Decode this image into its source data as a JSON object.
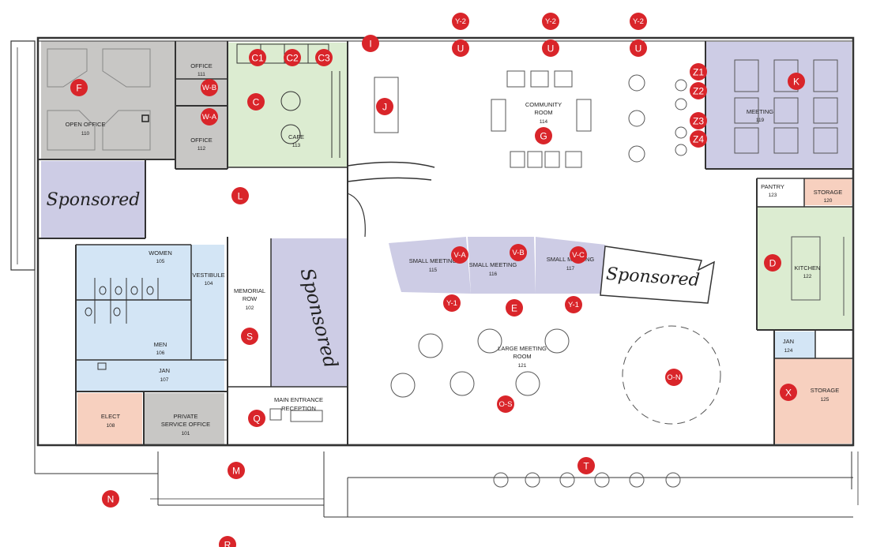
{
  "colors": {
    "marker_fill": "#d9252a",
    "marker_text": "#ffffff",
    "office_gray": "#c8c7c5",
    "cafe_green": "#dcecd1",
    "kitchen_green": "#dcecd1",
    "meeting_purple": "#cdcce5",
    "restroom_blue": "#d3e5f5",
    "storage_salmon": "#f7d0bf",
    "wall": "#333333"
  },
  "rooms": {
    "open_office": {
      "name": "OPEN OFFICE",
      "number": "110"
    },
    "office_111": {
      "name": "OFFICE",
      "number": "111"
    },
    "office_112": {
      "name": "OFFICE",
      "number": "112"
    },
    "cafe": {
      "name": "CAFE",
      "number": "113"
    },
    "community_room": {
      "name_line1": "COMMUNITY",
      "name_line2": "ROOM",
      "number": "114"
    },
    "meeting_119": {
      "name": "MEETING",
      "number": "119"
    },
    "pantry": {
      "name": "PANTRY",
      "number": "123"
    },
    "storage_120": {
      "name": "STORAGE",
      "number": "120"
    },
    "kitchen": {
      "name": "KITCHEN",
      "number": "122"
    },
    "women": {
      "name": "WOMEN",
      "number": "105"
    },
    "men": {
      "name": "MEN",
      "number": "106"
    },
    "vestibule": {
      "name": "VESTIBULE",
      "number": "104"
    },
    "memorial_row": {
      "name_line1": "MEMORIAL",
      "name_line2": "ROW",
      "number": "102"
    },
    "small_meeting_115": {
      "name": "SMALL MEETING",
      "number": "115"
    },
    "small_meeting_116": {
      "name": "SMALL MEETING",
      "number": "116"
    },
    "small_meeting_117": {
      "name": "SMALL MEETING",
      "number": "117"
    },
    "large_meeting": {
      "name_line1": "LARGE MEETING",
      "name_line2": "ROOM",
      "number": "121"
    },
    "jan_107": {
      "name": "JAN",
      "number": "107"
    },
    "jan_124": {
      "name": "JAN",
      "number": "124"
    },
    "elect": {
      "name": "ELECT",
      "number": "108"
    },
    "private_service": {
      "name_line1": "PRIVATE",
      "name_line2": "SERVICE OFFICE",
      "number": "101"
    },
    "main_entrance": {
      "name_line1": "MAIN ENTRANCE",
      "name_line2": "RECEPTION"
    },
    "storage_125": {
      "name": "STORAGE",
      "number": "125"
    }
  },
  "sponsored_text": "Sponsored",
  "markers": [
    "F",
    "W-B",
    "W-A",
    "C1",
    "C2",
    "C3",
    "C",
    "L",
    "I",
    "Y-2",
    "Y-2",
    "Y-2",
    "U",
    "U",
    "U",
    "J",
    "G",
    "Z1",
    "Z2",
    "Z3",
    "Z4",
    "K",
    "V-A",
    "V-B",
    "V-C",
    "D",
    "Y-1",
    "Y-1",
    "E",
    "S",
    "O-N",
    "O-S",
    "X",
    "Q",
    "M",
    "T",
    "N",
    "R"
  ]
}
